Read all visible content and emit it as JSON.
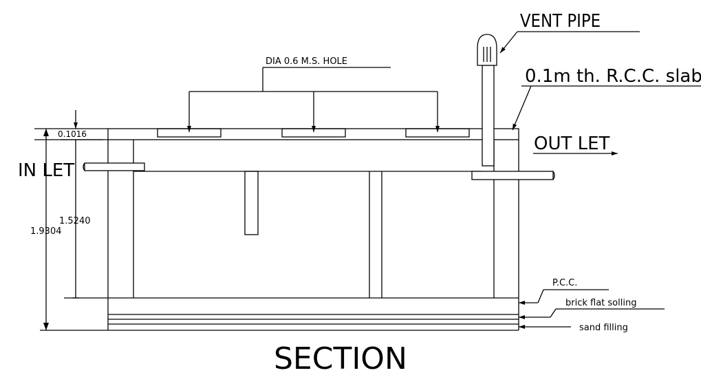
{
  "labels": {
    "vent_pipe": "VENT PIPE",
    "dia_hole": "DIA 0.6 M.S. HOLE",
    "rcc_slab": "0.1m th. R.C.C. slab",
    "out_let": "OUT LET",
    "in_let": "IN LET",
    "pcc": "P.C.C.",
    "brick_flat_solling": "brick flat solling",
    "sand_filling": "sand filling",
    "section_title": "SECTION"
  },
  "dimensions": {
    "slab_thickness": "0.1016",
    "inner_depth": "1.5240",
    "total_depth": "1.9304"
  }
}
